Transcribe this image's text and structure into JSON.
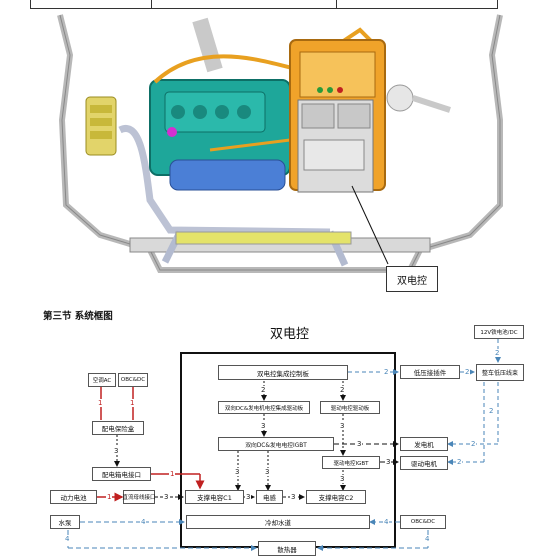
{
  "header_table": {
    "present": true
  },
  "engine_photo": {
    "callout_label": "双电控"
  },
  "section_heading": "第三节  系统框图",
  "diagram": {
    "title": "双电控",
    "boxes": {
      "integrated_ctrl": "双电控集成控制板",
      "gen_drive_board": "双向DC&发电机电控集成驱动板",
      "motor_drive_board": "驱动电控驱动板",
      "gen_igbt": "双向DC&发电电控IGBT",
      "motor_igbt": "驱动电控IGBT",
      "cap_c1": "支撑电容C1",
      "inductor": "电感",
      "cap_c2": "支撑电容C2",
      "cooling": "冷却水道",
      "lv_harness": "低压接插件",
      "vehicle_harness": "整车低压线束",
      "battery_12v": "12V铁电池/DC",
      "generator": "发电机",
      "motor": "驱动电机",
      "ac": "空调AC",
      "obcdc_top": "OBC&DC",
      "dist_box": "配电保险盒",
      "dist_port": "配电箱电接口",
      "power_battery": "动力电池",
      "dc_bus_port": "直流母线接口",
      "water_pump": "水泵",
      "obcdc_bottom": "OBC&DC",
      "radiator": "散热器"
    },
    "edge_labels": {
      "one": "1",
      "two": "2",
      "three": "3",
      "four": "4"
    }
  },
  "colors": {
    "high_voltage": "#c02020",
    "low_voltage": "#4a86b8",
    "signal": "#111111"
  }
}
